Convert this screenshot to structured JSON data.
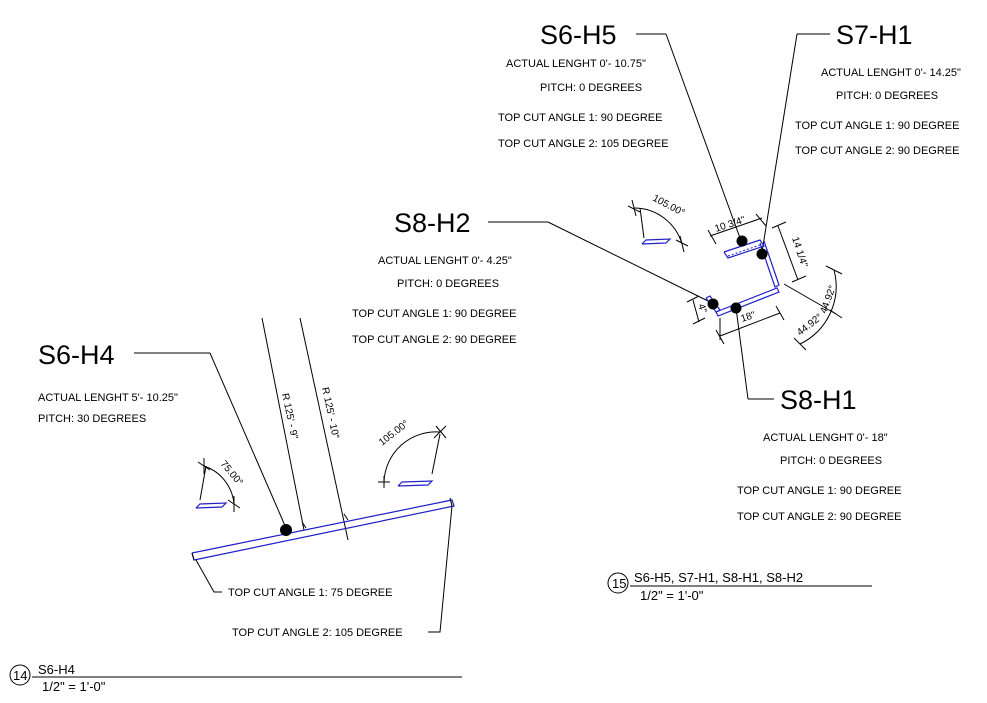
{
  "members": {
    "s6h5": {
      "tag": "S6-H5",
      "notes": [
        "ACTUAL LENGHT 0'- 10.75\"",
        "PITCH: 0 DEGREES",
        "TOP CUT ANGLE 1: 90 DEGREE",
        "TOP CUT ANGLE 2: 105 DEGREE"
      ]
    },
    "s7h1": {
      "tag": "S7-H1",
      "notes": [
        "ACTUAL LENGHT 0'- 14.25\"",
        "PITCH: 0 DEGREES",
        "TOP CUT ANGLE 1: 90 DEGREE",
        "TOP CUT ANGLE 2: 90 DEGREE"
      ]
    },
    "s8h2": {
      "tag": "S8-H2",
      "notes": [
        "ACTUAL LENGHT 0'- 4.25\"",
        "PITCH: 0 DEGREES",
        "TOP CUT ANGLE 1: 90 DEGREE",
        "TOP CUT ANGLE 2: 90 DEGREE"
      ]
    },
    "s8h1": {
      "tag": "S8-H1",
      "notes": [
        "ACTUAL LENGHT 0'- 18\"",
        "PITCH: 0 DEGREES",
        "TOP CUT ANGLE 1: 90 DEGREE",
        "TOP CUT ANGLE 2: 90 DEGREE"
      ]
    },
    "s6h4": {
      "tag": "S6-H4",
      "notes": [
        "ACTUAL LENGHT 5'- 10.25\"",
        "PITCH: 30 DEGREES"
      ],
      "cut_notes": [
        "TOP CUT ANGLE 1: 75 DEGREE",
        "TOP CUT ANGLE 2: 105 DEGREE"
      ]
    }
  },
  "dimensions": {
    "angle_105_top": "105.00°",
    "len_10_3_4": "10 3/4\"",
    "len_14_1_4": "14 1/4\"",
    "len_4": "4\"",
    "len_18": "18\"",
    "angle_44_92_a": "44.92°",
    "angle_44_92_b": "44.92°",
    "angle_75": "75.00°",
    "angle_105_bottom": "105.00°",
    "radius_1": "R 125' - 9\"",
    "radius_2": "R 125' - 10\""
  },
  "details": {
    "d15": {
      "number": "15",
      "title": "S6-H5, S7-H1, S8-H1, S8-H2",
      "scale": "1/2\" = 1'-0\""
    },
    "d14": {
      "number": "14",
      "title": "S6-H4",
      "scale": "1/2\" = 1'-0\""
    }
  },
  "colors": {
    "member_line": "#2020c8",
    "ink": "#000000",
    "background": "#ffffff"
  }
}
